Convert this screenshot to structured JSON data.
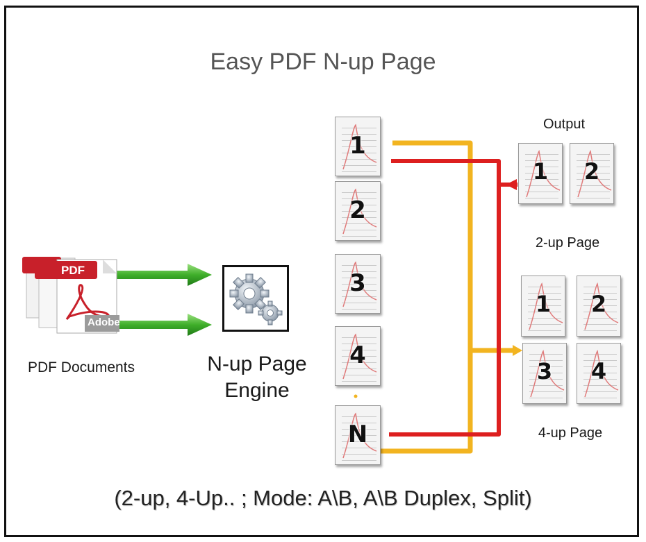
{
  "title": "Easy PDF N-up Page",
  "source": {
    "label": "PDF Documents",
    "badge_text": "PDF",
    "brand_text": "Adobe"
  },
  "engine": {
    "label_line1": "N-up Page",
    "label_line2": "Engine",
    "icon": "gears-icon"
  },
  "input_pages": [
    "1",
    "2",
    "3",
    "4",
    "N"
  ],
  "output": {
    "heading": "Output",
    "two_up": {
      "pages": [
        "1",
        "2"
      ],
      "label": "2-up Page"
    },
    "four_up": {
      "pages": [
        "1",
        "2",
        "3",
        "4"
      ],
      "label": "4-up Page"
    }
  },
  "caption": "(2-up, 4-Up.. ; Mode: A\\B, A\\B Duplex, Split)",
  "colors": {
    "arrow_green": "#3fae2a",
    "line_red": "#dd1f1f",
    "line_yellow": "#f2b420",
    "pdf_red": "#c8202a"
  }
}
